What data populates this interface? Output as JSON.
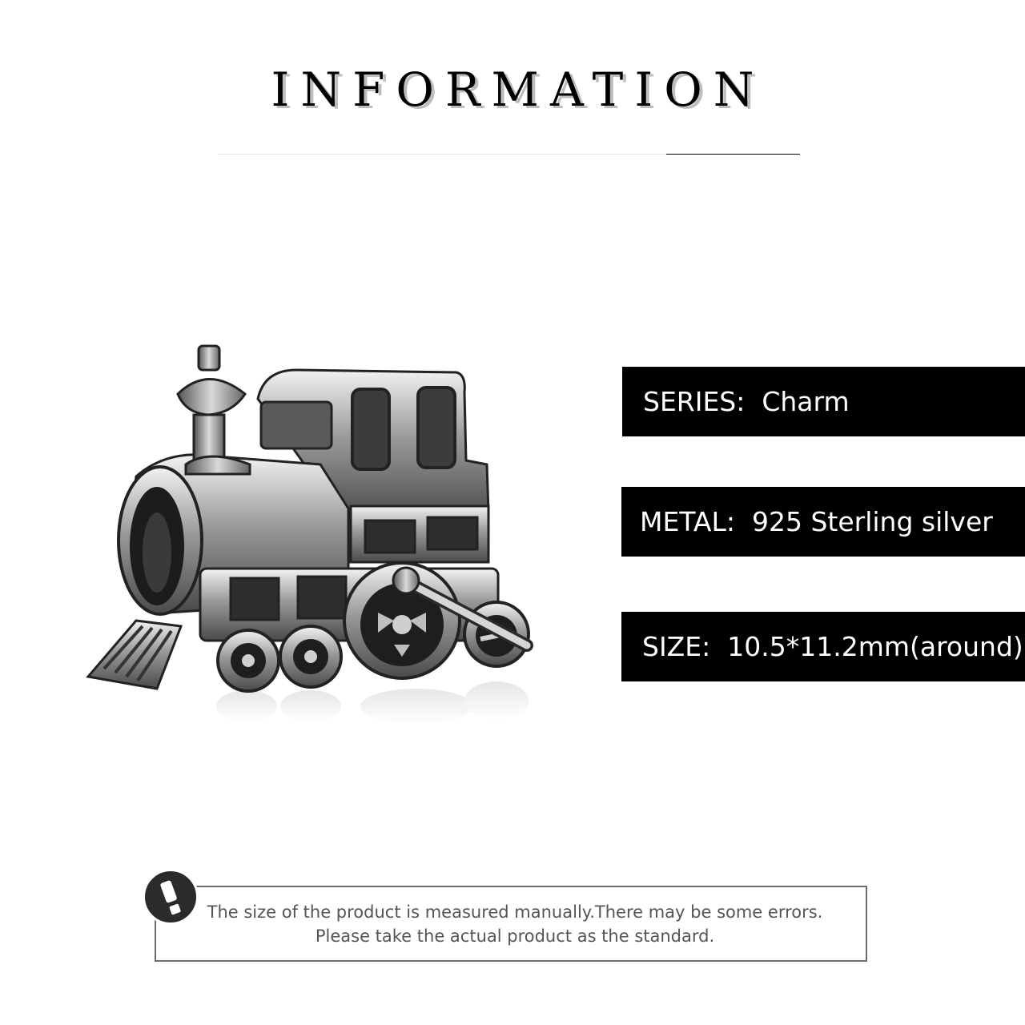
{
  "header": {
    "title": "INFORMATION"
  },
  "specs": {
    "series": "SERIES:  Charm",
    "metal": "METAL:  925 Sterling silver",
    "size": "SIZE:  10.5*11.2mm(around)"
  },
  "notice": {
    "line1": "The size of the product is measured manually.There may be some errors.",
    "line2": "Please take the actual product as the standard."
  },
  "icons": {
    "notice_icon": "exclamation-icon"
  },
  "colors": {
    "accent": "#000000",
    "text_muted": "#555555",
    "background": "#ffffff"
  }
}
